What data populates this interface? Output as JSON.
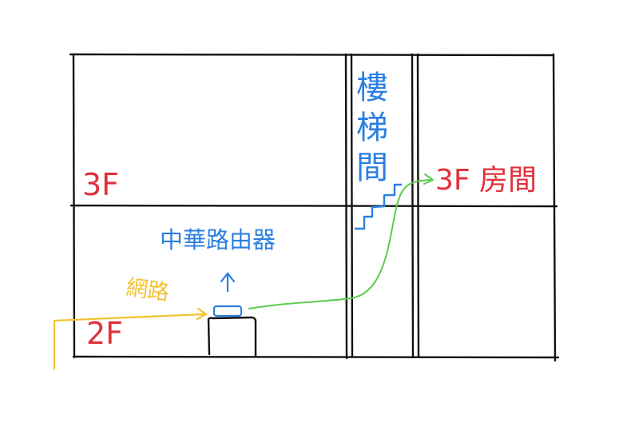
{
  "labels": {
    "floor_3f": "3F",
    "floor_2f": "2F",
    "stairwell": [
      "樓",
      "梯",
      "間"
    ],
    "router": "中華路由器",
    "network": "網路",
    "room_3f": "3F 房間"
  },
  "colors": {
    "ink": "#111111",
    "red": "#e0313c",
    "blue": "#2c7fe0",
    "yellow": "#f2c230",
    "green": "#5bcc4f"
  }
}
